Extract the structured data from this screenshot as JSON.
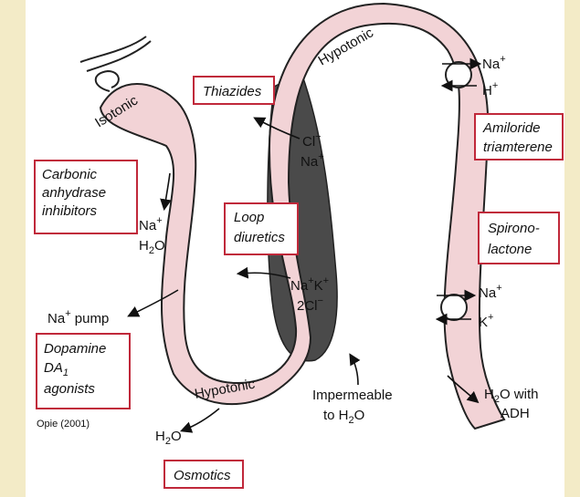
{
  "colors": {
    "tubule": "#f2d3d6",
    "outline": "#222222",
    "thick_limb": "#4a4a4a",
    "box_border": "#c0283a",
    "page_bg": "#f3ebc7"
  },
  "segment_labels": {
    "isotonic": "Isotonic",
    "hypotonic_top": "Hypotonic",
    "hypotonic_bottom": "Hypotonic"
  },
  "drug_boxes": {
    "thiazides": "Thiazides",
    "carbonic_1": "Carbonic",
    "carbonic_2": "anhydrase",
    "carbonic_3": "inhibitors",
    "loop_1": "Loop",
    "loop_2": "diuretics",
    "dopamine_1": "Dopamine",
    "dopamine_2": "DA",
    "dopamine_2_sub": "1",
    "dopamine_3": "agonists",
    "osmotics": "Osmotics",
    "amiloride_1": "Amiloride",
    "amiloride_2": "triamterene",
    "spirono_1": "Spirono-",
    "spirono_2": "lactone"
  },
  "ions": {
    "cl": "Cl",
    "cl_sup": "−",
    "na": "Na",
    "plus": "+",
    "h": "H",
    "k": "K",
    "h2o_h": "H",
    "h2o_2": "2",
    "h2o_o": "O",
    "two_cl": "2Cl",
    "na_pump_suffix": " pump"
  },
  "notes": {
    "impermeable_1": "Impermeable",
    "impermeable_2": "to H",
    "with_adh_1": "O with",
    "with_adh_2": "ADH",
    "citation": "Opie (2001)"
  }
}
